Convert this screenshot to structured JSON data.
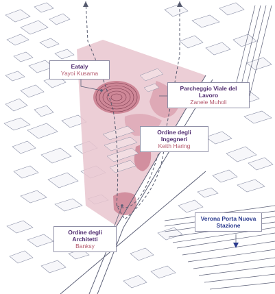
{
  "map": {
    "colors": {
      "area_fill": "#e9c6cf",
      "area_dark": "#c97a8c",
      "building_line": "#8a8fa6",
      "track_line": "#5d6178",
      "path_line": "#555a6e",
      "label_title_red": "#4e2a6e",
      "label_sub_red": "#b55a6e",
      "label_blue": "#2a3a8e"
    },
    "labels": [
      {
        "id": "eataly",
        "title": "Eataly",
        "subtitle": "Yayoi Kusama"
      },
      {
        "id": "parcheggio",
        "title": "Parcheggio Viale del Lavoro",
        "subtitle": "Zanele Muholi"
      },
      {
        "id": "ingegneri",
        "title": "Ordine degli Ingegneri",
        "subtitle": "Keith Haring"
      },
      {
        "id": "architetti",
        "title": "Ordine degli Architetti",
        "subtitle": "Banksy"
      },
      {
        "id": "stazione",
        "title": "Verona Porta Nuova Stazione",
        "subtitle": ""
      }
    ]
  }
}
